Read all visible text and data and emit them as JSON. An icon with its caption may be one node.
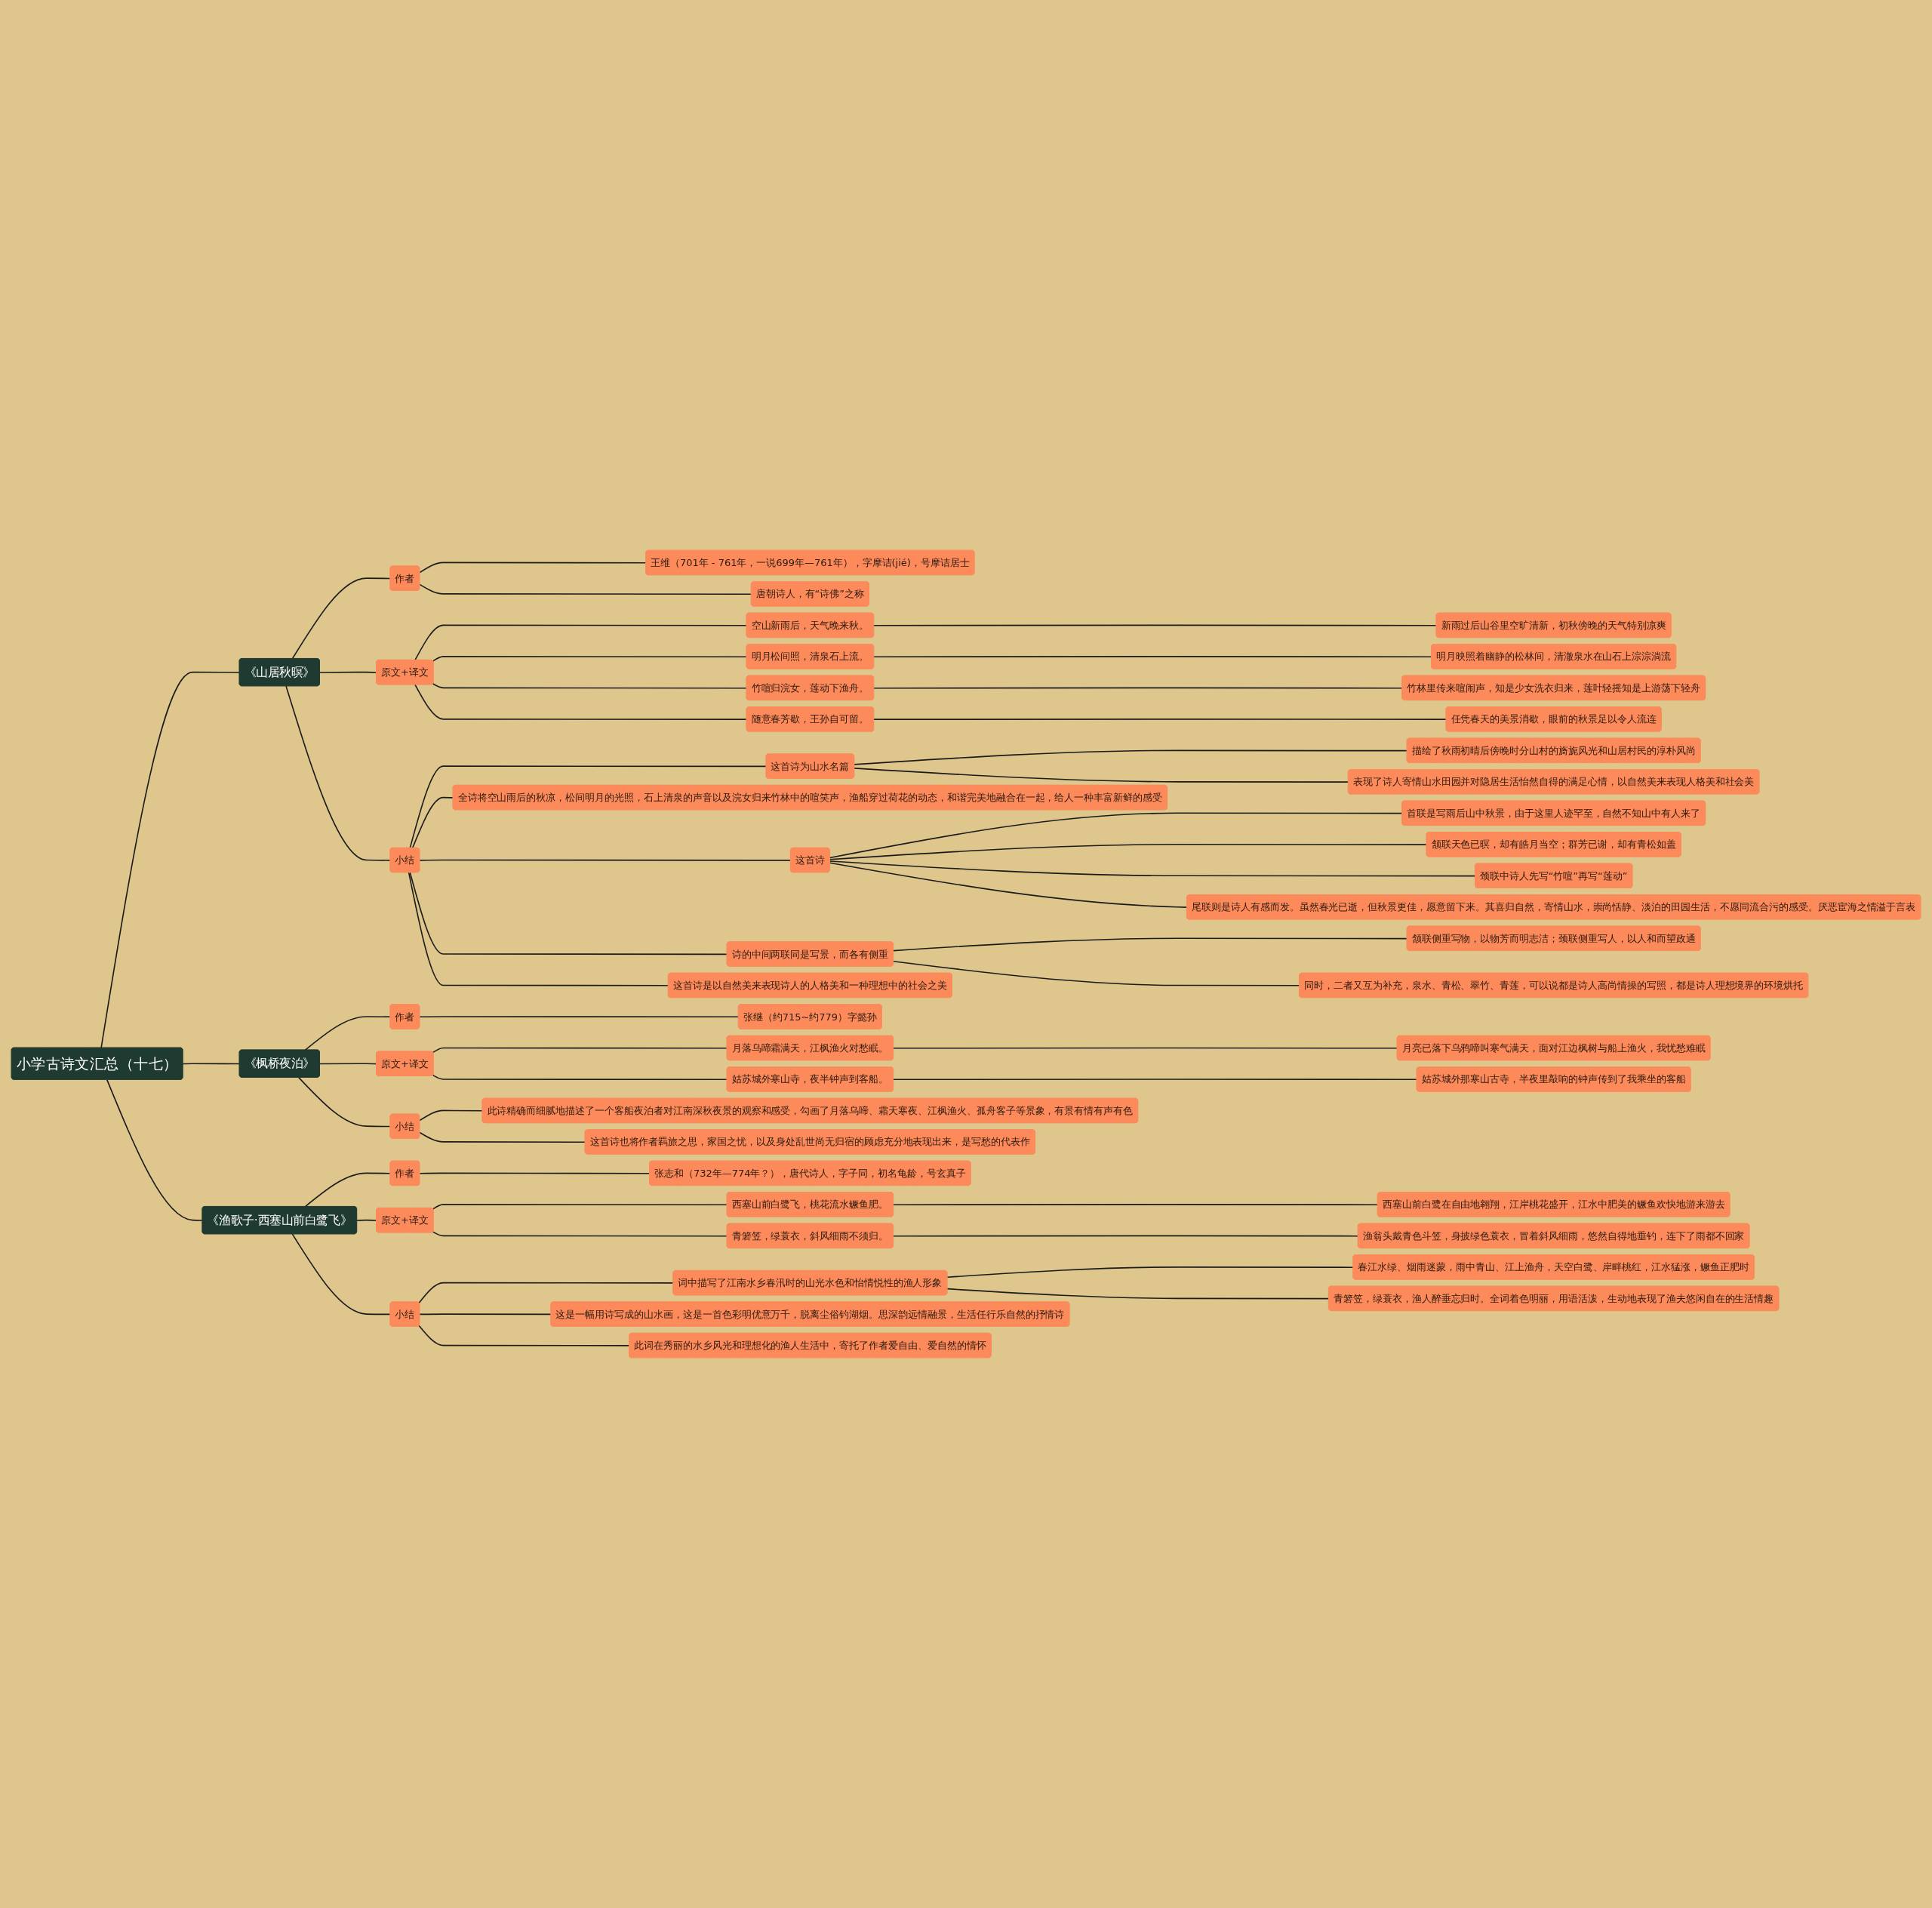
{
  "diagram": {
    "nodes": [
      {
        "text": [
          "小学古诗文汇总（十七）"
        ]
      },
      {
        "text": [
          "《山居秋暝》"
        ]
      },
      {
        "text": [
          "作者"
        ]
      },
      {
        "text": [
          "王维（701年 - 761年，一说699年—761年），字摩诘(jié)，号摩诘居士"
        ]
      },
      {
        "text": [
          "唐朝诗人，有“诗佛”之称"
        ]
      },
      {
        "text": [
          "原文+译文"
        ]
      },
      {
        "text": [
          "空山新雨后，天气晚来秋。"
        ]
      },
      {
        "text": [
          "新雨过后山谷里空旷清新，初秋傍晚的天气特别凉爽"
        ]
      },
      {
        "text": [
          "明月松间照，清泉石上流。"
        ]
      },
      {
        "text": [
          "明月映照着幽静的松林间，清澈泉水在山石上淙淙淌流"
        ]
      },
      {
        "text": [
          "竹喧归浣女，莲动下渔舟。"
        ]
      },
      {
        "text": [
          "竹林里传来喧闹声，知是少女洗衣归来，莲叶轻摇知是上游荡下轻舟"
        ]
      },
      {
        "text": [
          "随意春芳歇，王孙自可留。"
        ]
      },
      {
        "text": [
          "任凭春天的美景消歇，眼前的秋景足以令人流连"
        ]
      },
      {
        "text": [
          "小结"
        ]
      },
      {
        "text": [
          "这首诗为山水名篇"
        ]
      },
      {
        "text": [
          "描绘了秋雨初晴后傍晚时分山村的旖旎风光和山居村民的淳朴风尚"
        ]
      },
      {
        "text": [
          "表现了诗人寄情山水田园并对隐居生活怡然自得的满足心情，以自然美来表现人格美和社会美"
        ]
      },
      {
        "text": [
          "全诗将空山雨后的秋凉，松间明月的光照，石上清泉的声音以及浣女归来竹林中的喧笑声，渔船穿过荷花的动态，和谐完美地融合在一起，给人一种丰富新鲜的感受"
        ]
      },
      {
        "text": [
          "这首诗"
        ]
      },
      {
        "text": [
          "首联是写雨后山中秋景，由于这里人迹罕至，自然不知山中有人来了"
        ]
      },
      {
        "text": [
          "颔联天色已暝，却有皓月当空；群芳已谢，却有青松如盖"
        ]
      },
      {
        "text": [
          "颈联中诗人先写“竹喧”再写“莲动”"
        ]
      },
      {
        "text": [
          "尾联则是诗人有感而发。虽然春光已逝，但秋景更佳，愿意留下来。其喜归自然，寄情山水，崇尚恬静、淡泊的田园生活，不愿同流合污的感受。厌恶宦海之情溢于言表"
        ]
      },
      {
        "text": [
          "诗的中间两联同是写景，而各有侧重"
        ]
      },
      {
        "text": [
          "颔联侧重写物，以物芳而明志洁；颈联侧重写人，以人和而望政通"
        ]
      },
      {
        "text": [
          "同时，二者又互为补充，泉水、青松、翠竹、青莲，可以说都是诗人高尚情操的写照，都是诗人理想境界的环境烘托"
        ]
      },
      {
        "text": [
          "这首诗是以自然美来表现诗人的人格美和一种理想中的社会之美"
        ]
      },
      {
        "text": [
          "《枫桥夜泊》"
        ]
      },
      {
        "text": [
          "作者"
        ]
      },
      {
        "text": [
          "张继（约715~约779）字懿孙"
        ]
      },
      {
        "text": [
          "原文+译文"
        ]
      },
      {
        "text": [
          "月落乌啼霜满天，江枫渔火对愁眠。"
        ]
      },
      {
        "text": [
          "月亮已落下乌鸦啼叫寒气满天，面对江边枫树与船上渔火，我忧愁难眠"
        ]
      },
      {
        "text": [
          "姑苏城外寒山寺，夜半钟声到客船。"
        ]
      },
      {
        "text": [
          "姑苏城外那寒山古寺，半夜里敲响的钟声传到了我乘坐的客船"
        ]
      },
      {
        "text": [
          "小结"
        ]
      },
      {
        "text": [
          "此诗精确而细腻地描述了一个客船夜泊者对江南深秋夜景的观察和感受，勾画了月落乌啼、霜天寒夜、江枫渔火、孤舟客子等景象，有景有情有声有色"
        ]
      },
      {
        "text": [
          "这首诗也将作者羁旅之思，家国之忧，以及身处乱世尚无归宿的顾虑充分地表现出来，是写愁的代表作"
        ]
      },
      {
        "text": [
          "《渔歌子·西塞山前白鹭飞》"
        ]
      },
      {
        "text": [
          "作者"
        ]
      },
      {
        "text": [
          "张志和（732年—774年？），唐代诗人，字子同，初名龟龄，号玄真子"
        ]
      },
      {
        "text": [
          "原文+译文"
        ]
      },
      {
        "text": [
          "西塞山前白鹭飞，桃花流水鳜鱼肥。"
        ]
      },
      {
        "text": [
          "西塞山前白鹭在自由地翱翔，江岸桃花盛开，江水中肥美的鳜鱼欢快地游来游去"
        ]
      },
      {
        "text": [
          "青箬笠，绿蓑衣，斜风细雨不须归。"
        ]
      },
      {
        "text": [
          "渔翁头戴青色斗笠，身披绿色蓑衣，冒着斜风细雨，悠然自得地垂钓，连下了雨都不回家"
        ]
      },
      {
        "text": [
          "小结"
        ]
      },
      {
        "text": [
          "词中描写了江南水乡春汛时的山光水色和怡情悦性的渔人形象"
        ]
      },
      {
        "text": [
          "春江水绿、烟雨迷蒙，雨中青山、江上渔舟，天空白鹭、岸畔桃红，江水猛涨，鳜鱼正肥时"
        ]
      },
      {
        "text": [
          "青箬笠，绿蓑衣，渔人醉垂忘归时。全词着色明丽，用语活泼，生动地表现了渔夫悠闲自在的生活情趣"
        ]
      },
      {
        "text": [
          "这是一幅用诗写成的山水画，这是一首色彩明优意万千，脱离尘俗钓湖烟。思深韵远情融景，生活任行乐自然的抒情诗"
        ]
      },
      {
        "text": [
          "此词在秀丽的水乡风光和理想化的渔人生活中，寄托了作者爱自由、爱自然的情怀"
        ]
      }
    ],
    "edges": [
      {
        "from": 0,
        "to": 1,
        "arrow": "none"
      },
      {
        "from": 1,
        "to": 2,
        "arrow": "none"
      },
      {
        "from": 2,
        "to": 3,
        "arrow": "none"
      },
      {
        "from": 2,
        "to": 4,
        "arrow": "none"
      },
      {
        "from": 1,
        "to": 5,
        "arrow": "none"
      },
      {
        "from": 5,
        "to": 6,
        "arrow": "none"
      },
      {
        "from": 6,
        "to": 7,
        "arrow": "none"
      },
      {
        "from": 5,
        "to": 8,
        "arrow": "none"
      },
      {
        "from": 8,
        "to": 9,
        "arrow": "none"
      },
      {
        "from": 5,
        "to": 10,
        "arrow": "none"
      },
      {
        "from": 10,
        "to": 11,
        "arrow": "none"
      },
      {
        "from": 5,
        "to": 12,
        "arrow": "none"
      },
      {
        "from": 12,
        "to": 13,
        "arrow": "none"
      },
      {
        "from": 1,
        "to": 14,
        "arrow": "none"
      },
      {
        "from": 14,
        "to": 15,
        "arrow": "none"
      },
      {
        "from": 15,
        "to": 16,
        "arrow": "none"
      },
      {
        "from": 15,
        "to": 17,
        "arrow": "none"
      },
      {
        "from": 14,
        "to": 18,
        "arrow": "none"
      },
      {
        "from": 14,
        "to": 19,
        "arrow": "none"
      },
      {
        "from": 19,
        "to": 20,
        "arrow": "none"
      },
      {
        "from": 19,
        "to": 21,
        "arrow": "none"
      },
      {
        "from": 19,
        "to": 22,
        "arrow": "none"
      },
      {
        "from": 19,
        "to": 23,
        "arrow": "none"
      },
      {
        "from": 14,
        "to": 24,
        "arrow": "none"
      },
      {
        "from": 24,
        "to": 25,
        "arrow": "none"
      },
      {
        "from": 24,
        "to": 26,
        "arrow": "none"
      },
      {
        "from": 14,
        "to": 27,
        "arrow": "none"
      },
      {
        "from": 0,
        "to": 28,
        "arrow": "none"
      },
      {
        "from": 28,
        "to": 29,
        "arrow": "none"
      },
      {
        "from": 29,
        "to": 30,
        "arrow": "none"
      },
      {
        "from": 28,
        "to": 31,
        "arrow": "none"
      },
      {
        "from": 31,
        "to": 32,
        "arrow": "none"
      },
      {
        "from": 32,
        "to": 33,
        "arrow": "none"
      },
      {
        "from": 31,
        "to": 34,
        "arrow": "none"
      },
      {
        "from": 34,
        "to": 35,
        "arrow": "none"
      },
      {
        "from": 28,
        "to": 36,
        "arrow": "none"
      },
      {
        "from": 36,
        "to": 37,
        "arrow": "none"
      },
      {
        "from": 36,
        "to": 38,
        "arrow": "none"
      },
      {
        "from": 0,
        "to": 39,
        "arrow": "none"
      },
      {
        "from": 39,
        "to": 40,
        "arrow": "none"
      },
      {
        "from": 40,
        "to": 41,
        "arrow": "none"
      },
      {
        "from": 39,
        "to": 42,
        "arrow": "none"
      },
      {
        "from": 42,
        "to": 43,
        "arrow": "none"
      },
      {
        "from": 43,
        "to": 44,
        "arrow": "none"
      },
      {
        "from": 42,
        "to": 45,
        "arrow": "none"
      },
      {
        "from": 45,
        "to": 46,
        "arrow": "none"
      },
      {
        "from": 39,
        "to": 47,
        "arrow": "none"
      },
      {
        "from": 47,
        "to": 48,
        "arrow": "none"
      },
      {
        "from": 48,
        "to": 49,
        "arrow": "none"
      },
      {
        "from": 48,
        "to": 50,
        "arrow": "none"
      },
      {
        "from": 47,
        "to": 51,
        "arrow": "none"
      },
      {
        "from": 47,
        "to": 52,
        "arrow": "none"
      }
    ]
  }
}
